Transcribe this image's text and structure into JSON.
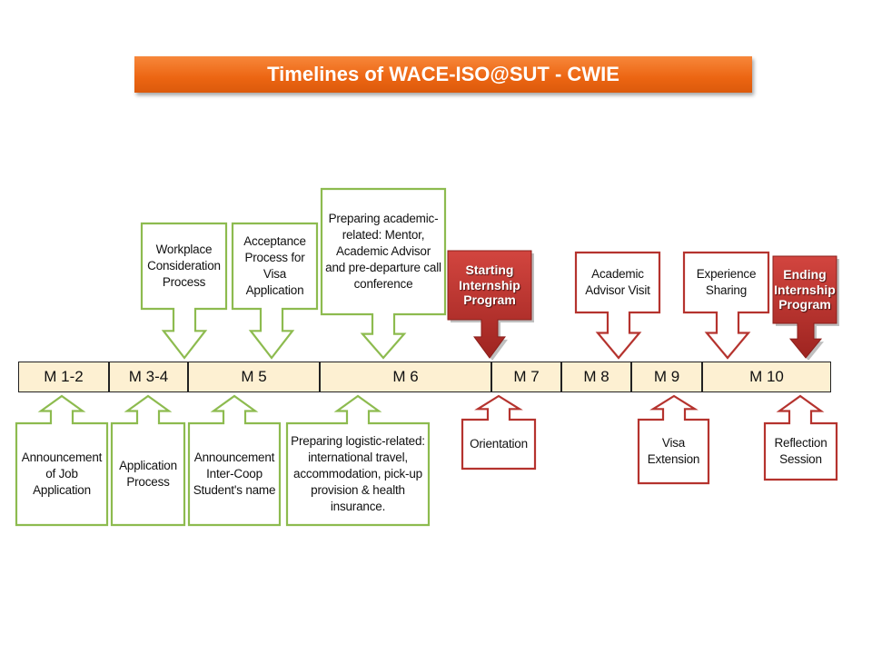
{
  "title": "Timelines of WACE-ISO@SUT - CWIE",
  "colors": {
    "green": "#8dbb4f",
    "red": "#b5332e",
    "highlight": "#b7312c",
    "title_bar": "#ec6512",
    "month_fill": "#fdf0d2"
  },
  "months": [
    "M 1-2",
    "M 3-4",
    "M 5",
    "M 6",
    "M 7",
    "M 8",
    "M 9",
    "M 10"
  ],
  "callouts_above": [
    {
      "id": "workplace",
      "text": "Workplace Consideration Process",
      "color": "green"
    },
    {
      "id": "acceptance",
      "text": "Acceptance Process for Visa Application",
      "color": "green"
    },
    {
      "id": "preparing-academic",
      "text": "Preparing academic-related: Mentor, Academic Advisor and pre-departure call conference",
      "color": "green"
    },
    {
      "id": "advisor-visit",
      "text": "Academic Advisor Visit",
      "color": "red"
    },
    {
      "id": "experience",
      "text": "Experience Sharing",
      "color": "red"
    }
  ],
  "highlights": [
    {
      "id": "starting",
      "text": "Starting Internship Program"
    },
    {
      "id": "ending",
      "text": "Ending Internship Program"
    }
  ],
  "callouts_below": [
    {
      "id": "announcement-job",
      "text": "Announcement of Job Application",
      "color": "green"
    },
    {
      "id": "application",
      "text": "Application Process",
      "color": "green"
    },
    {
      "id": "announcement-student",
      "text": "Announcement Inter-Coop Student's name",
      "color": "green"
    },
    {
      "id": "preparing-logistic",
      "text": "Preparing logistic-related: international travel, accommodation, pick-up provision & health insurance.",
      "color": "green"
    },
    {
      "id": "orientation",
      "text": "Orientation",
      "color": "red"
    },
    {
      "id": "visa-extension",
      "text": "Visa Extension",
      "color": "red"
    },
    {
      "id": "reflection",
      "text": "Reflection Session",
      "color": "red"
    }
  ]
}
